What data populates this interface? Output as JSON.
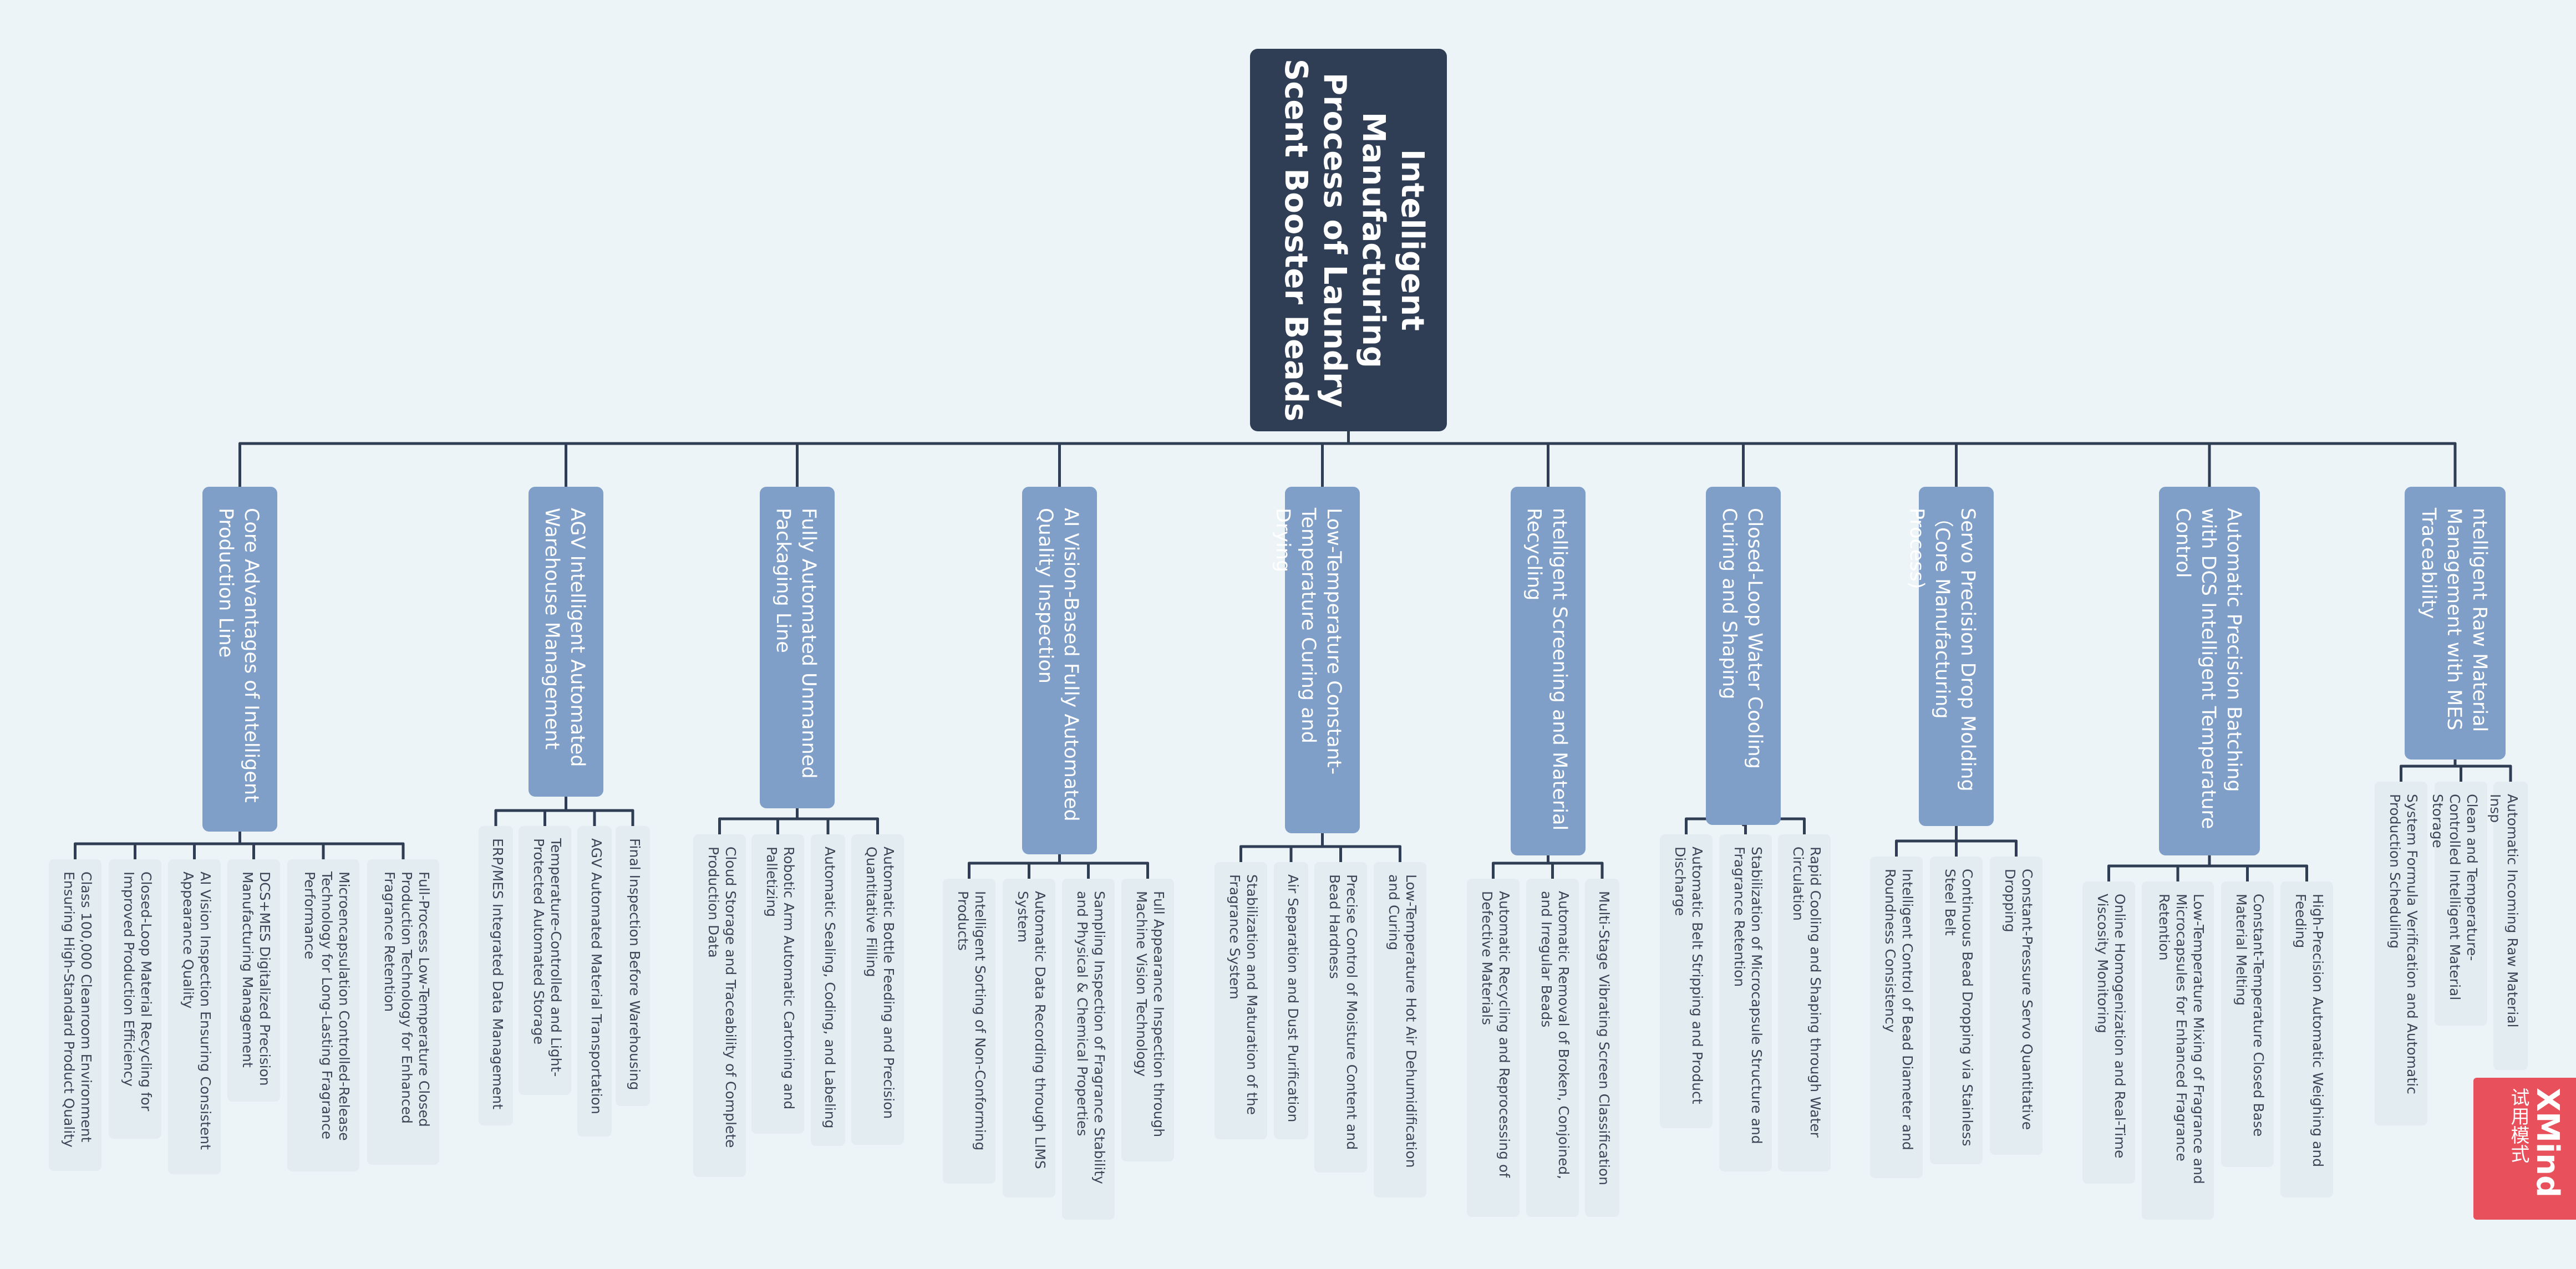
{
  "root": {
    "title_lines": [
      "Intelligent",
      "Manufacturing",
      "Process of Laundry",
      "Scent Booster Beads"
    ]
  },
  "branches": [
    {
      "label": "Core Advantages of Intelligent Production Line",
      "children": [
        "Class 100,000 Cleanroom Environment Ensuring High-Standard Product Quality",
        "Closed-Loop Material Recycling for Improved Production Efficiency",
        "AI Vision Inspection Ensuring Consistent Appearance Quality",
        "DCS+MES Digitalized Precision Manufacturing Management",
        "Microencapsulation Controlled-Release Technology for Long-Lasting Fragrance Performance",
        "Full-Process Low-Temperature Closed Production Technology for Enhanced Fragrance Retention"
      ]
    },
    {
      "label": "AGV Intelligent Automated Warehouse Management",
      "children": [
        "ERP/MES Integrated Data Management",
        "Temperature-Controlled and Light-Protected Automated Storage",
        "AGV Automated Material Transportation",
        "Final Inspection Before Warehousing"
      ]
    },
    {
      "label": "Fully Automated Unmanned Packaging Line",
      "children": [
        "Cloud Storage and Traceability of Complete Production Data",
        "Robotic Arm Automatic Cartoning and Palletizing",
        "Automatic Sealing, Coding, and Labeling",
        "Automatic Bottle Feeding and Precision Quantitative Filling"
      ]
    },
    {
      "label": "AI Vision-Based Fully Automated Quality Inspection",
      "children": [
        "Intelligent Sorting of Non-Conforming Products",
        "Automatic Data Recording through LIMS System",
        "Sampling Inspection of Fragrance Stability and Physical & Chemical Properties",
        "Full Appearance Inspection through Machine Vision Technology"
      ]
    },
    {
      "label": "Low-Temperature Constant-Temperature Curing and Drying",
      "children": [
        "Stabilization and Maturation of the Fragrance System",
        "Air Separation and Dust Purification",
        "Precise Control of Moisture Content and Bead Hardness",
        "Low-Temperature Hot Air Dehumidification and Curing"
      ]
    },
    {
      "label": "ntelligent Screening and Material Recycling",
      "children": [
        "Automatic Recycling and Reprocessing of Defective Materials",
        "Automatic Removal of Broken, Conjoined, and Irregular Beads",
        "Multi-Stage Vibrating Screen Classification"
      ]
    },
    {
      "label": "Closed-Loop Water Cooling Curing and Shaping",
      "children": [
        "Automatic Belt Stripping and Product Discharge",
        "Stabilization of Microcapsule Structure and Fragrance Retention",
        "Rapid Cooling and Shaping through Water Circulation"
      ]
    },
    {
      "label": "Servo Precision Drop Molding（Core Manufacturing Process)",
      "children": [
        "Intelligent Control of Bead Diameter and Roundness Consistency",
        "Continuous Bead Dropping via Stainless Steel Belt",
        "Constant-Pressure Servo Quantitative Dropping"
      ]
    },
    {
      "label": "Automatic Precision Batching with DCS Intelligent Temperature Control",
      "children": [
        "Online Homogenization and Real-Time Viscosity Monitoring",
        "Low-Temperature Mixing of Fragrance and Microcapsules for Enhanced Fragrance Retention",
        "Constant-Temperature Closed Base Material Melting",
        "High-Precision Automatic Weighing and Feeding"
      ]
    },
    {
      "label": "ntelligent Raw Material Management with MES Traceability",
      "children": [
        "System Formula Verification and Automatic Production Scheduling",
        "Clean and Temperature-Controlled Intelligent Material Storage",
        "Automatic Incoming Raw Material Insp"
      ]
    }
  ],
  "watermark": {
    "brand": "XMind",
    "sub": "试用模式",
    "color": "#e8505b"
  },
  "colors": {
    "background": "#ecf4f7",
    "root": "#2f3e55",
    "branch": "#7f9fc8",
    "leaf": "#e3ecf0",
    "line": "#2f3e55"
  }
}
